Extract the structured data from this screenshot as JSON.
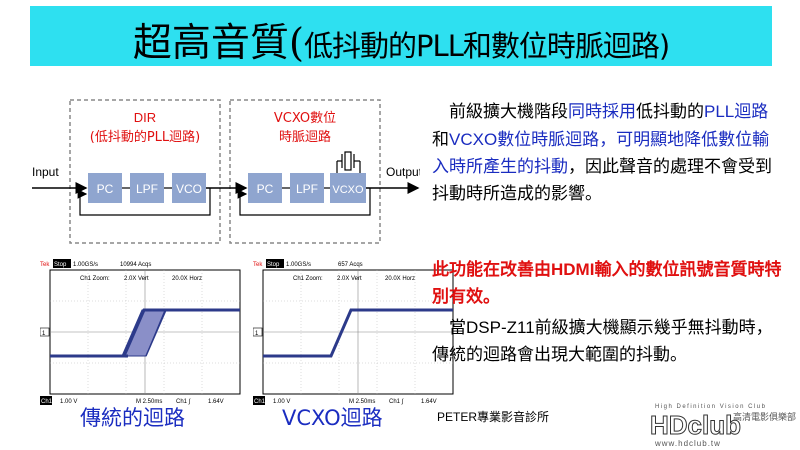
{
  "title": {
    "main": "超高音質(",
    "sub": "低抖動的PLL和數位時脈迴路)"
  },
  "diagram": {
    "dir_title_1": "DIR",
    "dir_title_2": "(低抖動的PLL迴路)",
    "vcxo_title_1": "VCXO數位",
    "vcxo_title_2": "時脈迴路",
    "input_label": "Input",
    "output_label": "Output",
    "left_blocks": [
      "PC",
      "LPF",
      "VCO"
    ],
    "right_blocks": [
      "PC",
      "LPF",
      "VCXO"
    ]
  },
  "scope_left": {
    "header_mark": "Tek",
    "stop_label": "Stop",
    "rate": "1.00GS/s",
    "acqs": "10994 Acqs",
    "zoom_label": "Ch1 Zoom:",
    "vert": "2.0X Vert",
    "horz": "20.0X Horz",
    "ch_marker": "1",
    "ch_label": "Ch1",
    "volts": "1.00 V",
    "time": "M 2.50ms",
    "trig": "Ch1 ∫",
    "trig_level": "1.64V"
  },
  "scope_right": {
    "header_mark": "Tek",
    "stop_label": "Stop",
    "rate": "1.00GS/s",
    "acqs": "657 Acqs",
    "zoom_label": "Ch1 Zoom:",
    "vert": "2.0X Vert",
    "horz": "20.0X Horz",
    "ch_marker": "1",
    "ch_label": "Ch1",
    "volts": "1.00 V",
    "time": "M 2.50ms",
    "trig": "Ch1 ∫",
    "trig_level": "1.64V"
  },
  "scope_labels": {
    "left": "傳統的迴路",
    "right": "VCXO迴路"
  },
  "para1": {
    "a": "　前級擴大機階段",
    "b": "同時採用",
    "c": "低抖動的",
    "d": "PLL",
    "e": "迴路",
    "f": "和",
    "g": "VCXO",
    "h": "數位時脈迴路",
    "i": "，可明顯地降低數位輸入時所產生的抖動",
    "j": "，因此聲音的處理不會受到抖動時所造成的影響。"
  },
  "para2": {
    "a": "此功能在改善由",
    "b": "HDMI",
    "c": "輸入的數位訊號音質時特別有效。"
  },
  "para3": {
    "a": "　當",
    "b": "DSP-Z11",
    "c": "前級擴大機顯示幾乎無抖動時，傳統的迴路會出現大範圍的抖動。"
  },
  "credit": "PETER專業影音診所",
  "logo": {
    "tagline": "High Definition Vision Club",
    "brand": "HDclub",
    "chinese": "高清電影俱樂部",
    "url": "www.hdclub.tw"
  },
  "colors": {
    "title_bg": "#2ee0f0",
    "block_fill": "#8fa5cf",
    "dir_red": "#e01010",
    "highlight_blue": "#1a2cc0",
    "trace": "#2c3a8a",
    "jitter_fill": "#8a8fc8"
  }
}
